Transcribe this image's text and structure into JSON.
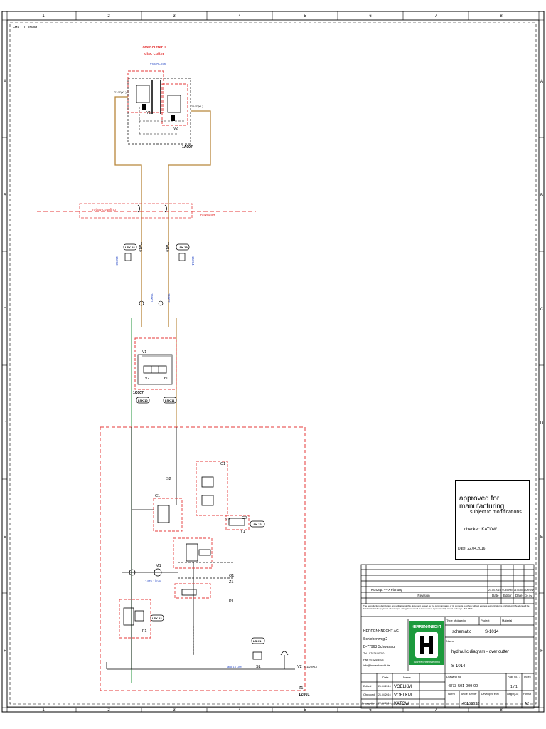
{
  "sheet": {
    "col_labels": [
      "1",
      "2",
      "3",
      "4",
      "5",
      "6",
      "7",
      "8"
    ],
    "row_labels": [
      "A",
      "B",
      "C",
      "D",
      "E",
      "F"
    ],
    "corner_note": "+HK1.01\nshield"
  },
  "labels": {
    "over_cutter": "over cutter 1",
    "disc_cutter": "disc cutter",
    "pressure_range": "130/70-185",
    "g_left": "G1/2\"(KL)",
    "g_right": "G1/2\"(KL)",
    "y1_top": "Y1",
    "v2_top": "V2",
    "ya_top": "1A007",
    "rotary_coupling": "rotary coupling",
    "bulkhead": "bulkhead",
    "lsk_a": "LSK 18",
    "lsk_b": "LSK 19",
    "pos_a": "15003",
    "pos_b": "15004",
    "hose_a": "YW10",
    "hose_b": "YW16",
    "coupling_a": "15001",
    "coupling_b": "15002",
    "valve_v1": "V1",
    "valve_v2": "V2",
    "valve_y1": "Y1",
    "valve_ic": "1C007",
    "lsk_c": "LSK 10",
    "lsk_d": "LSK 11",
    "c1": "C1",
    "s2": "S2",
    "c1_top": "C1",
    "c2": "C2",
    "v3": "V3",
    "y1_mid": "Y1",
    "lsk_12": "LSK 12",
    "m1": "M1",
    "speed": "1475 1/min",
    "o1": "O1",
    "z1": "Z1",
    "p1": "P1",
    "f1": "F1",
    "lsk_13": "LSK 13",
    "lsk_s1": "LSK 1",
    "s1": "S1",
    "tank": "Tank 16 Liter",
    "v2_bottom": "V2",
    "g_bottom": "G1/2\"(KL)",
    "z_bottom": "Z1",
    "z_bottom2": "1Z001"
  },
  "approval": {
    "title": "approved for manufacturing",
    "subtitle": "subject to modifications",
    "checker": "checker:  KATOW",
    "date": "Date:  22.04.2016"
  },
  "title_block": {
    "rev_row_text": "Konzept ----> Planung",
    "rev_row_date": "21.04.2016",
    "rev_row_ed1": "VOELKM",
    "rev_row_date2": "22.04.2016",
    "rev_row_ed2": "KATOW",
    "hdr_rev": "Revision",
    "hdr_date": "Date",
    "hdr_editor": "Editor",
    "hdr_date2": "Date",
    "hdr_chk": "Ch. by",
    "copyright": "The reproduction, distribution and utilization of this document as well as the communication of its contents to others without express authorization is prohibited. Offenders will be held liable for the payment of damages. All rights reserved in the event of a patent, utility model or design. ISO 16016",
    "company": "HERRENKNECHT AG",
    "street": "Schlehenweg 2",
    "city": "D-77963 Schwanau",
    "tel": "Tel.: 07824/302-0",
    "fax": "Fax: 07824/3403",
    "email": "info@herrenknecht.de",
    "logo_text": "HERRENKNECHT",
    "logo_sub": "Tunnelvortriebstechnik",
    "type_label": "Type of drawing",
    "type_value": "schematic",
    "project_label": "Project",
    "project_value": "S-1014",
    "material_label": "Material",
    "name_label": "Name",
    "name_value": "hydraulic diagram - over cutter",
    "name_value2": "S-1014",
    "date_hdr": "Date",
    "name_hdr": "Name",
    "edited": "Edited",
    "edited_date": "21.04.2016",
    "edited_name": "VOELKM",
    "checked": "Checked",
    "checked_date": "21.04.2016",
    "checked_name": "VOELKM",
    "propagation": "Propagation",
    "propagation_date": "22.04.2016",
    "propagation_name": "KATOW",
    "drawing_label": "Drawing no.",
    "drawing_value": "4873-501-009-00",
    "pageno_label": "Page no.",
    "pageno_value": "1",
    "index_label": "Index",
    "page_of": "1 / 1",
    "norm_label": "Norm",
    "article_label": "Article number",
    "article_value": "40156623",
    "developed_label": "Developed from",
    "weight_label": "Weight[KG]",
    "format_label": "Format",
    "format_value": "A2"
  },
  "colors": {
    "red_dash": "#e53a3a",
    "brown_line": "#b8863a",
    "blue_text": "#3050c8",
    "green_line": "#3aa050",
    "logo_green": "#1c9a3c"
  }
}
